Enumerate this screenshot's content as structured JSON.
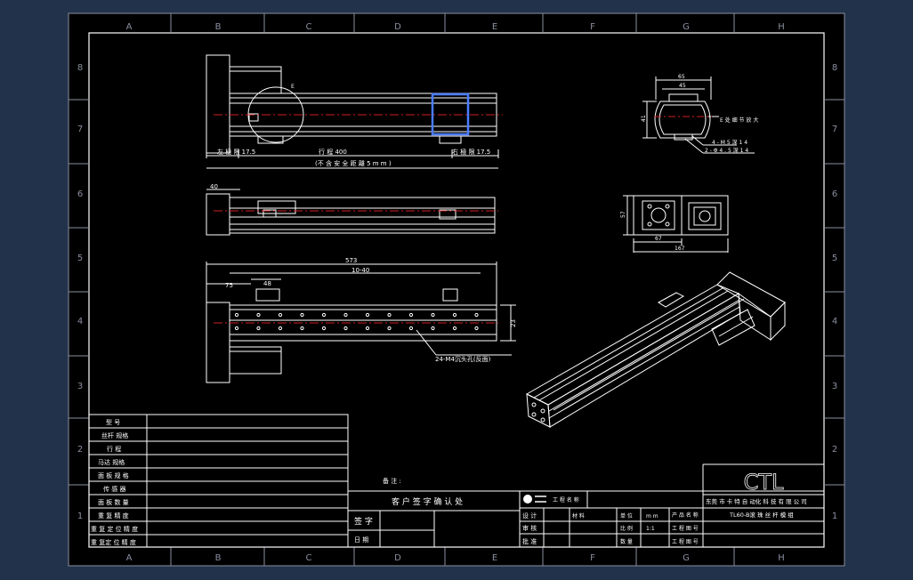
{
  "frame": {
    "col_labels": [
      "A",
      "B",
      "C",
      "D",
      "E",
      "F",
      "G",
      "H"
    ],
    "row_labels": [
      "8",
      "7",
      "6",
      "5",
      "4",
      "3",
      "2",
      "1"
    ]
  },
  "top_view": {
    "dim_left": "左 極 限 17.5",
    "dim_stroke": "行 程 400",
    "dim_right": "右 極 限 17.5",
    "dim_total": "(不 含 安 全 距 離 5 m m )",
    "label_circle": "E"
  },
  "side_view": {
    "dim_40": "40"
  },
  "bottom_view": {
    "dim_573": "573",
    "dim_10x40": "10-40",
    "dim_75": "75",
    "dim_48": "48",
    "dim_23": "23",
    "hole_note": "24-M4沉头孔(反面)"
  },
  "end_view": {
    "dim_65": "65",
    "dim_45": "45",
    "dim_41": "41",
    "note_mark": "E 处 细 节 放 大",
    "callout_1": "4 - M 5 深 1 4",
    "callout_2": "2 - Φ 4 . 5 深 1 4"
  },
  "motor_view": {
    "dim_57": "57",
    "dim_67": "67",
    "dim_167": "167"
  },
  "spec_table": {
    "rows": [
      "型 号",
      "丝杆 规格",
      "行 程",
      "马达 规格",
      "面 板 规 格",
      "传 感 器",
      "面 板 数 量",
      "重 复 精 度",
      "重 复 定 位 精 度",
      "重 复定 位 精 度"
    ]
  },
  "approval": {
    "remark_label": "备 注 :",
    "customer_confirm": "客 户 签 字 确 认 处",
    "sign_label": "签 字",
    "date_label": "日 期"
  },
  "title_block": {
    "logo": "CTL",
    "company": "东莞 市 卡 特 自 动化 科 技 有 限 公 司",
    "model": "TL60-B滚 珠 丝 杆 模 组",
    "project_label": "工 程 名 称",
    "product_label": "产 品 名 称",
    "design_label": "设 计",
    "check_label": "审 核",
    "approve_label": "批 准",
    "material_label": "材 料",
    "scale_label": "比 例",
    "scale_value": "1:1",
    "unit_label": "单 位",
    "unit_value": "m m",
    "qty_label": "数 量",
    "drawing_label": "工 程 图 号",
    "drawing_label_2": "工 程 图 号"
  },
  "colors": {
    "background": "#000000",
    "outer": "#22324a",
    "line": "#ffffff",
    "centerline": "#d02020",
    "highlight": "#4a7cff"
  }
}
